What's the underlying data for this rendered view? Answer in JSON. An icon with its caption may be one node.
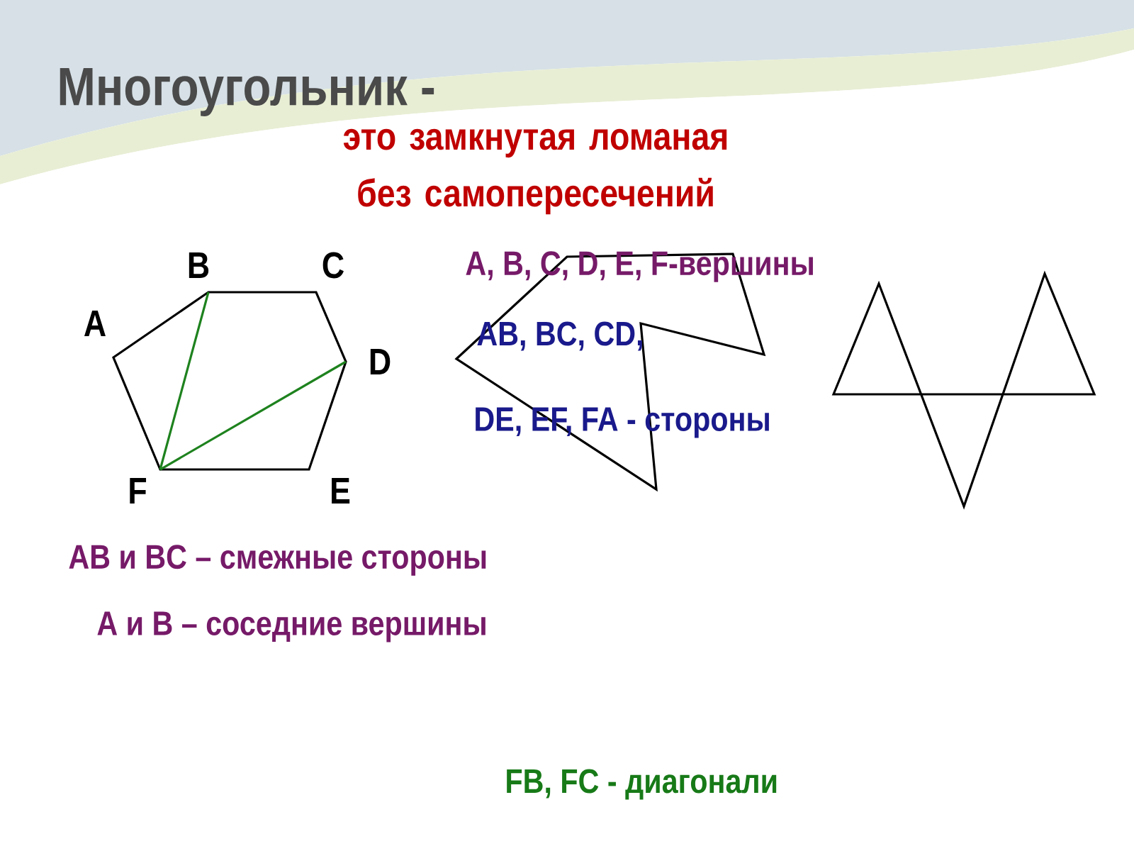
{
  "diagram": {
    "title": "Многоугольник -",
    "labels": [
      "**это** замкнутая **ломаная без самопересечений**",
      "B",
      "C",
      "A, B, C, D, E, F-вершины",
      "A",
      "AB, BC, CD,",
      "D",
      "DE, EF, FA - стороны",
      "F",
      "E",
      "AB и BC – смежные стороны",
      "A и B – соседние вершины",
      "FB,  FC -  диагонали"
    ]
  }
}
